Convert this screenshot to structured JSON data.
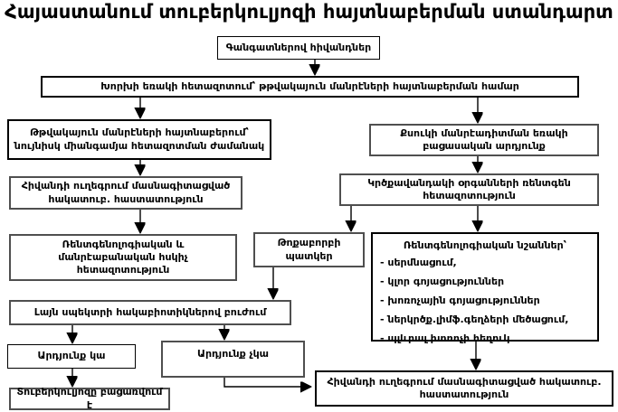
{
  "title": "Հայաստանում տուբերկուլյոզի հայտնաբերման ստանդարտ",
  "nodes": {
    "patients": "Գանգատներով հիվանդներ",
    "sputum_exam": "Խորխի եռակի հետազոտում՝ թթվակայուն մանրէների հայտնաբերման համար",
    "afb_found": "Թթվակայուն մանրէների հայտնաբերում՝\nնույնիսկ միանգամյա հետազոտման ժամանակ",
    "smear_negative": "Քսուկի մանրէադիտման եռակի\nբացասական արդյունք",
    "referral_top": "Հիվանդի ուղեգրում մասնագիտացված\nհակատուբ. հաստատություն",
    "xray_exam": "Կրծքավանդակի օրգանների ռենտգեն\nհետազոտություն",
    "control_exam": "Ռենտգենոլոգիական և\nմանրէաբանական հսկիչ\nհետազոտություն",
    "pneumonia": "Թոքաբորբի\nպատկեր",
    "xray_signs": {
      "title": "Ռենտգենոլոգիական նշաններ՝",
      "items": [
        "- սերմնացում,",
        "- կլոր գոյացություններ",
        "- խոռոչային գոյացություններ",
        "- ներկրծք.լիմֆ.գեղձերի մեծացում,",
        "- պլևրալ խոռոչի հեղուկ"
      ]
    },
    "antibiotics": "Լայն սպեկտրի հակաբիոտիկներով բուժում",
    "result_yes": "Արդյունք կա",
    "result_no": "Արդյունք չկա",
    "tb_excluded": "Տուբերկուլյոզը բացառվում է",
    "referral_bottom": "Հիվանդի ուղեգրում մասնագիտացված հակատուբ.\nհաստատություն"
  },
  "colors": {
    "line": "#000000",
    "box_border_dark": "#000000",
    "box_border_gray": "#4f4f4f",
    "background": "#ffffff"
  }
}
